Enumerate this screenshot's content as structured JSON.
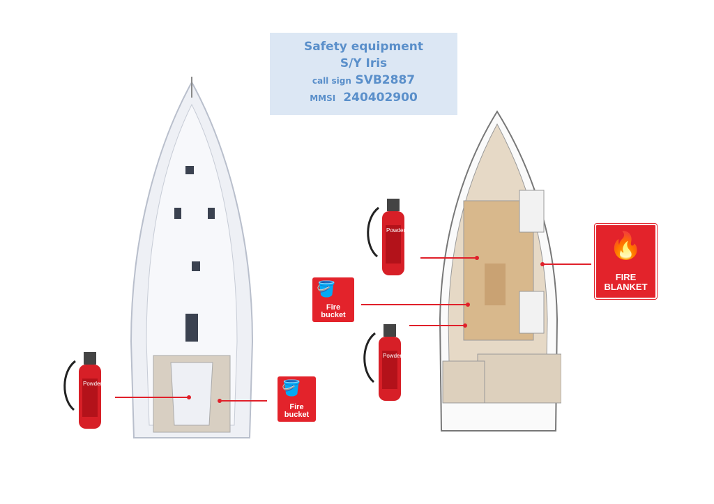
{
  "header": {
    "title": "Safety equipment",
    "vessel": "S/Y Iris",
    "callsign_label": "call sign",
    "callsign": "SVB2887",
    "mmsi_label": "MMSI",
    "mmsi": "240402900"
  },
  "signs": {
    "fire_bucket": [
      "Fire",
      "bucket"
    ],
    "fire_blanket": [
      "FIRE",
      "BLANKET"
    ],
    "extinguisher_label": "Powder"
  },
  "colors": {
    "red": "#e3232b",
    "title_text": "#5a8fca",
    "title_bg": "#dce7f4"
  }
}
